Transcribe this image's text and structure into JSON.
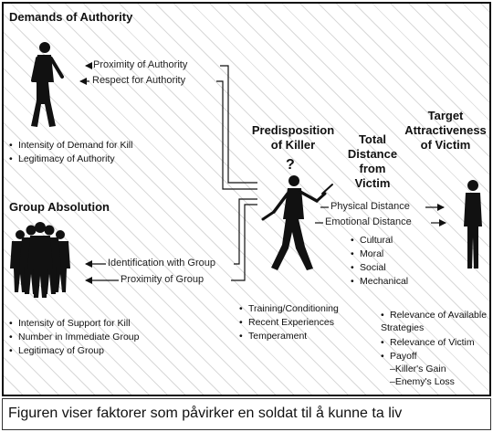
{
  "diagram": {
    "authority": {
      "heading": "Demands of Authority",
      "arrow_labels": [
        "Proximity of Authority",
        "Respect for Authority"
      ],
      "bullets": [
        "Intensity of Demand for Kill",
        "Legitimacy of Authority"
      ]
    },
    "group": {
      "heading": "Group Absolution",
      "arrow_labels": [
        "Identification with Group",
        "Proximity of Group"
      ],
      "bullets": [
        "Intensity of Support for Kill",
        "Number in Immediate Group",
        "Legitimacy of Group"
      ]
    },
    "killer": {
      "heading": "Predisposition of Killer",
      "symbol": "?",
      "bullets": [
        "Training/Conditioning",
        "Recent Experiences",
        "Temperament"
      ]
    },
    "distance": {
      "heading": "Total Distance from Victim",
      "arrow_labels": [
        "Physical Distance",
        "Emotional Distance"
      ],
      "bullets": [
        "Cultural",
        "Moral",
        "Social",
        "Mechanical"
      ]
    },
    "target": {
      "heading": "Target Attractiveness of Victim",
      "bullets": [
        "Relevance of Available Strategies",
        "Relevance of Victim",
        "Payoff"
      ],
      "sub_bullets": [
        "Killer's Gain",
        "Enemy's Loss"
      ]
    }
  },
  "caption": "Figuren viser faktorer som påvirker en soldat til å kunne ta liv"
}
